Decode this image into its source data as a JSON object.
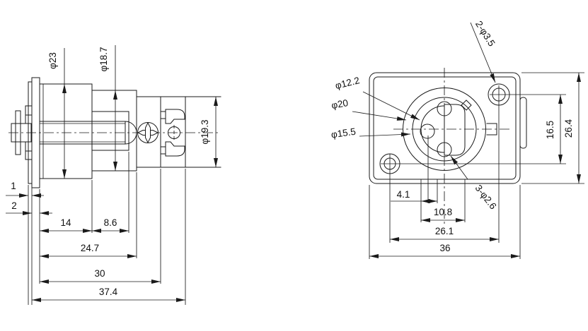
{
  "drawing": {
    "colors": {
      "line": "#1a1a1a",
      "background": "#ffffff"
    },
    "side_view": {
      "dia_body": "φ23",
      "dia_barrel": "φ18.7",
      "dia_clip": "φ19.3",
      "len_lip": "1",
      "len_flange": "2",
      "len_body": "14",
      "len_cavity": "8.6",
      "len_to_barrel_end": "24.7",
      "len_to_housing": "30",
      "len_overall": "37.4"
    },
    "front_view": {
      "mount_holes": "2-φ3.5",
      "dia_inner": "φ12.2",
      "dia_recess": "φ20",
      "dia_rotor": "φ15.5",
      "pin_holes": "3-φ2.6",
      "hole_spacing_v": "16.5",
      "plate_height": "26.4",
      "pin_offset": "4.1",
      "slot_width": "10.8",
      "hole_spacing_h": "26.1",
      "plate_width": "36"
    }
  }
}
